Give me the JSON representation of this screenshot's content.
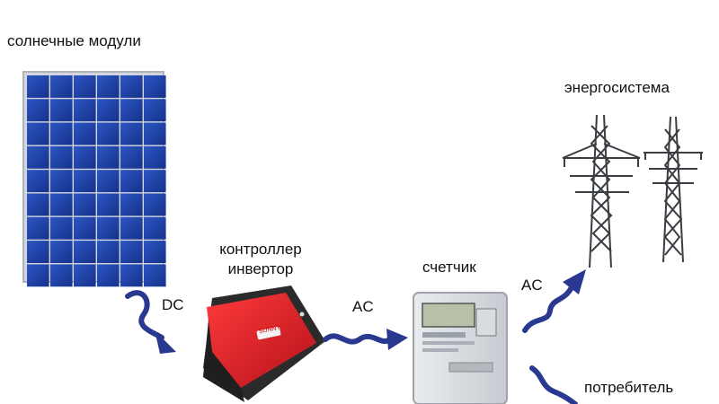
{
  "labels": {
    "solar_modules": "солнечные модули",
    "controller_line1": "контроллер",
    "controller_line2": "инвертор",
    "meter": "счетчик",
    "grid": "энергосистема",
    "consumer": "потребитель"
  },
  "arrows": {
    "dc": "DC",
    "ac_inverter_to_meter": "AC",
    "ac_meter_to_grid": "AC"
  },
  "inverter_display_text": "SUNNY",
  "colors": {
    "arrow": "#2a3990",
    "panel_cell": "#1e3f9c",
    "panel_frame": "#c9ccd3",
    "inverter": "#d8212a",
    "tower": "#3a3d42"
  }
}
